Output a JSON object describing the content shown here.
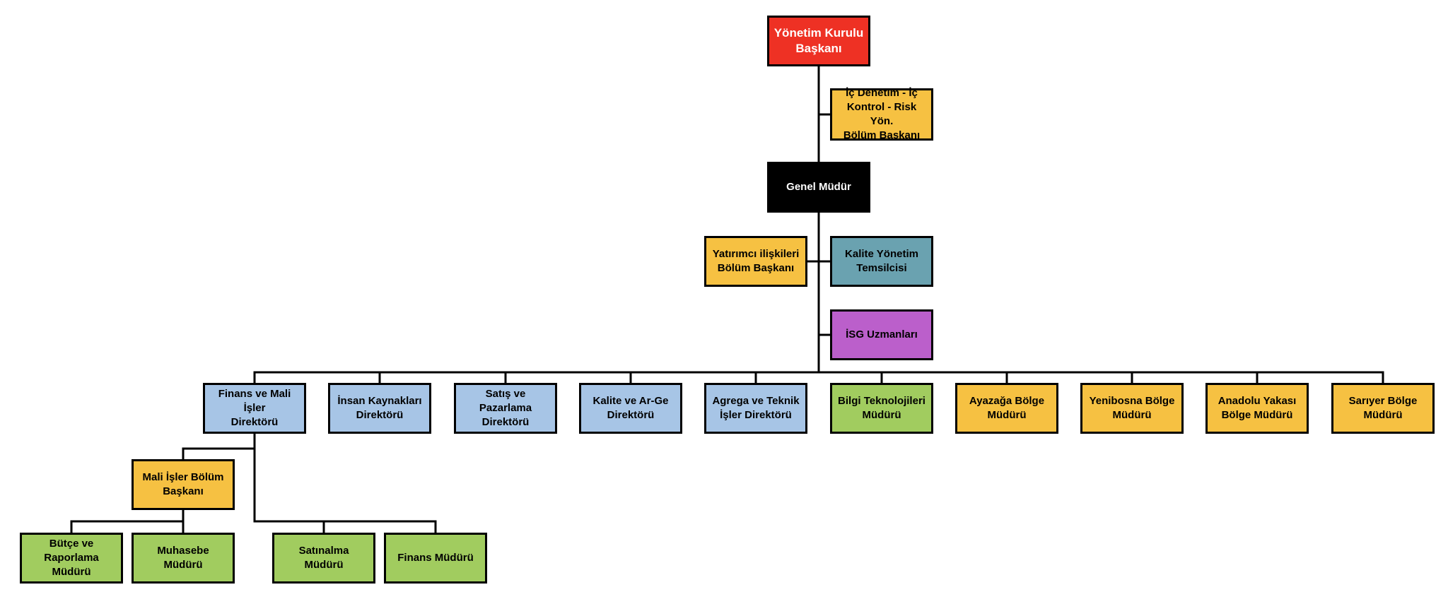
{
  "colors": {
    "red": "#ee3124",
    "black": "#000000",
    "orange": "#f6c142",
    "steel": "#6aa2b0",
    "purple": "#bb5fcb",
    "blue": "#a7c5e6",
    "green": "#a1cc5f",
    "line": "#000000"
  },
  "nodes": [
    {
      "id": "chairman",
      "label": "Yönetim Kurulu\nBaşkanı",
      "color": "red",
      "text_color": "#ffffff"
    },
    {
      "id": "internal-audit",
      "label": "İç Denetim - İç\nKontrol - Risk Yön.\nBölüm Başkanı",
      "color": "orange"
    },
    {
      "id": "general-manager",
      "label": "Genel Müdür",
      "color": "black",
      "text_color": "#ffffff"
    },
    {
      "id": "investor-relations",
      "label": "Yatırımcı ilişkileri\nBölüm Başkanı",
      "color": "orange"
    },
    {
      "id": "quality-rep",
      "label": "Kalite Yönetim\nTemsilcisi",
      "color": "steel"
    },
    {
      "id": "ohs",
      "label": "İSG Uzmanları",
      "color": "purple"
    },
    {
      "id": "finance-director",
      "label": "Finans ve Mali İşler\nDirektörü",
      "color": "blue"
    },
    {
      "id": "hr-director",
      "label": "İnsan Kaynakları\nDirektörü",
      "color": "blue"
    },
    {
      "id": "sales-director",
      "label": "Satış ve Pazarlama\nDirektörü",
      "color": "blue"
    },
    {
      "id": "quality-rd-director",
      "label": "Kalite ve Ar-Ge\nDirektörü",
      "color": "blue"
    },
    {
      "id": "aggregate-director",
      "label": "Agrega ve Teknik\nİşler Direktörü",
      "color": "blue"
    },
    {
      "id": "it-manager",
      "label": "Bilgi Teknolojileri\nMüdürü",
      "color": "green"
    },
    {
      "id": "ayazaga-manager",
      "label": "Ayazağa Bölge\nMüdürü",
      "color": "orange"
    },
    {
      "id": "yenibosna-manager",
      "label": "Yenibosna Bölge\nMüdürü",
      "color": "orange"
    },
    {
      "id": "anadolu-manager",
      "label": "Anadolu Yakası\nBölge Müdürü",
      "color": "orange"
    },
    {
      "id": "sariyer-manager",
      "label": "Sarıyer Bölge\nMüdürü",
      "color": "orange"
    },
    {
      "id": "financial-affairs-head",
      "label": "Mali İşler Bölüm\nBaşkanı",
      "color": "orange"
    },
    {
      "id": "budget-manager",
      "label": "Bütçe ve Raporlama\nMüdürü",
      "color": "green"
    },
    {
      "id": "accounting-manager",
      "label": "Muhasebe Müdürü",
      "color": "green"
    },
    {
      "id": "purchasing-manager",
      "label": "Satınalma Müdürü",
      "color": "green"
    },
    {
      "id": "finance-manager",
      "label": "Finans Müdürü",
      "color": "green"
    }
  ],
  "edges": [
    [
      "chairman",
      "internal-audit"
    ],
    [
      "chairman",
      "general-manager"
    ],
    [
      "general-manager",
      "investor-relations"
    ],
    [
      "general-manager",
      "quality-rep"
    ],
    [
      "general-manager",
      "ohs"
    ],
    [
      "general-manager",
      "finance-director"
    ],
    [
      "general-manager",
      "hr-director"
    ],
    [
      "general-manager",
      "sales-director"
    ],
    [
      "general-manager",
      "quality-rd-director"
    ],
    [
      "general-manager",
      "aggregate-director"
    ],
    [
      "general-manager",
      "it-manager"
    ],
    [
      "general-manager",
      "ayazaga-manager"
    ],
    [
      "general-manager",
      "yenibosna-manager"
    ],
    [
      "general-manager",
      "anadolu-manager"
    ],
    [
      "general-manager",
      "sariyer-manager"
    ],
    [
      "finance-director",
      "financial-affairs-head"
    ],
    [
      "finance-director",
      "purchasing-manager"
    ],
    [
      "finance-director",
      "finance-manager"
    ],
    [
      "financial-affairs-head",
      "budget-manager"
    ],
    [
      "financial-affairs-head",
      "accounting-manager"
    ]
  ]
}
